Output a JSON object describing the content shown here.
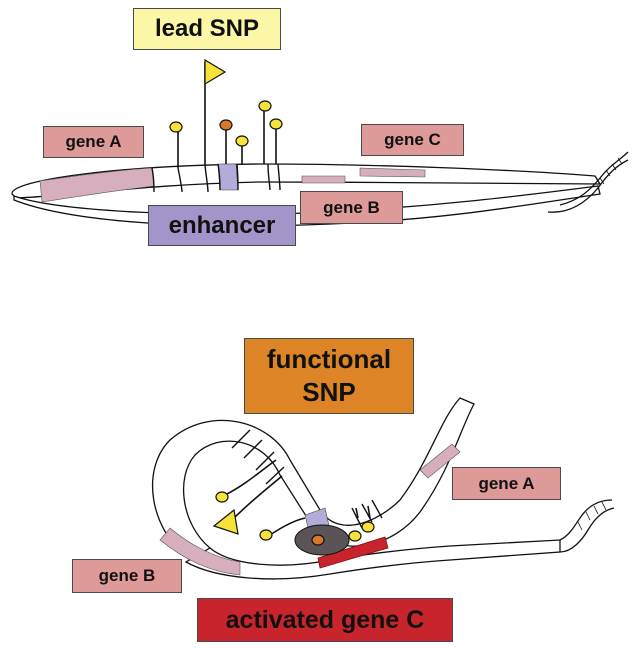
{
  "top_panel": {
    "lead_snp_label": "lead SNP",
    "enhancer_label": "enhancer",
    "gene_a_label": "gene A",
    "gene_b_label": "gene B",
    "gene_c_label": "gene C"
  },
  "bottom_panel": {
    "functional_snp_line1": "functional",
    "functional_snp_line2": "SNP",
    "gene_a_label": "gene A",
    "gene_b_label": "gene B",
    "activated_gene_c_label": "activated gene C"
  },
  "colors": {
    "gene_label_fill": "#dd9a98",
    "gene_segment_fill": "#d6aebe",
    "lead_snp_fill": "#fbf7a6",
    "enhancer_fill": "#a395c9",
    "functional_snp_fill": "#dc8426",
    "activated_gene_fill": "#c7242b",
    "snp_marker_yellow": "#f5e33a",
    "snp_marker_orange": "#d9782a",
    "protein_complex": "#5b5456"
  }
}
